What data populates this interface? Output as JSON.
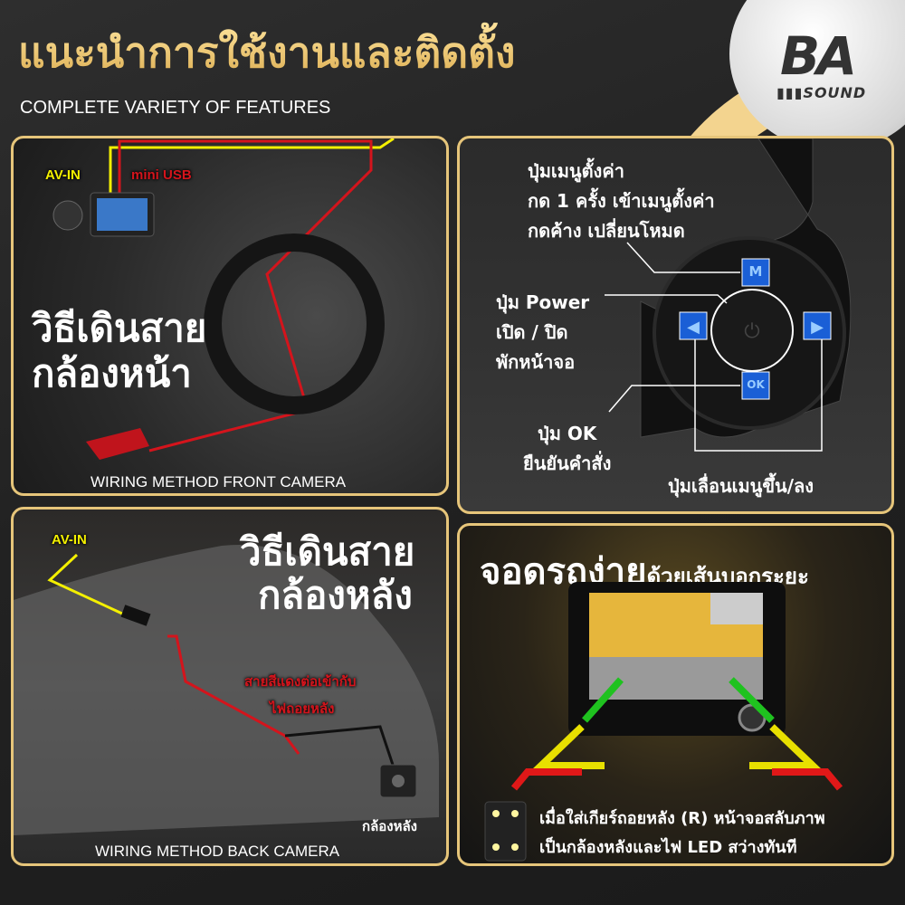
{
  "header": {
    "title": "แนะนำการใช้งานและติดตั้ง",
    "subtitle": "COMPLETE VARIETY OF FEATURES"
  },
  "logo": {
    "text": "BA",
    "subtext": "SOUND"
  },
  "front_panel": {
    "label_av_in": "AV-IN",
    "label_mini_usb": "mini USB",
    "heading_line1": "วิธีเดินสาย",
    "heading_line2": "กล้องหน้า",
    "caption": "WIRING METHOD FRONT CAMERA"
  },
  "buttons_panel": {
    "menu_desc": [
      "ปุ่มเมนูตั้งค่า",
      "กด 1 ครั้ง เข้าเมนูตั้งค่า",
      "กดค้าง เปลี่ยนโหมด"
    ],
    "power_desc": [
      "ปุ่ม Power",
      "เปิด / ปิด",
      "พักหน้าจอ"
    ],
    "ok_desc": [
      "ปุ่ม OK",
      "ยืนยันคำสั่ง"
    ],
    "scroll_desc": "ปุ่มเลื่อนเมนูขึ้น/ลง",
    "key_m": "M",
    "key_ok": "OK",
    "key_color": "#1a5fd6"
  },
  "back_panel": {
    "label_av_in": "AV-IN",
    "heading_line1": "วิธีเดินสาย",
    "heading_line2": "กล้องหลัง",
    "red_note_line1": "สายสีแดงต่อเข้ากับ",
    "red_note_line2": "ไฟถอยหลัง",
    "camera_label": "กล้องหลัง",
    "caption": "WIRING METHOD BACK CAMERA"
  },
  "parking_panel": {
    "heading_big": "จอดรถง่าย",
    "heading_small": "ด้วยเส้นบอกระยะ",
    "desc_line1": "เมื่อใส่เกียร์ถอยหลัง (R) หน้าจอสลับภาพ",
    "desc_line2": "เป็นกล้องหลังและไฟ LED สว่างทันที"
  },
  "colors": {
    "gold": "#e6c57a",
    "wire_yellow": "#f4f000",
    "wire_red": "#d4141c",
    "guide_green": "#1fc21f",
    "guide_yellow": "#e8e000",
    "guide_red": "#e01818"
  }
}
